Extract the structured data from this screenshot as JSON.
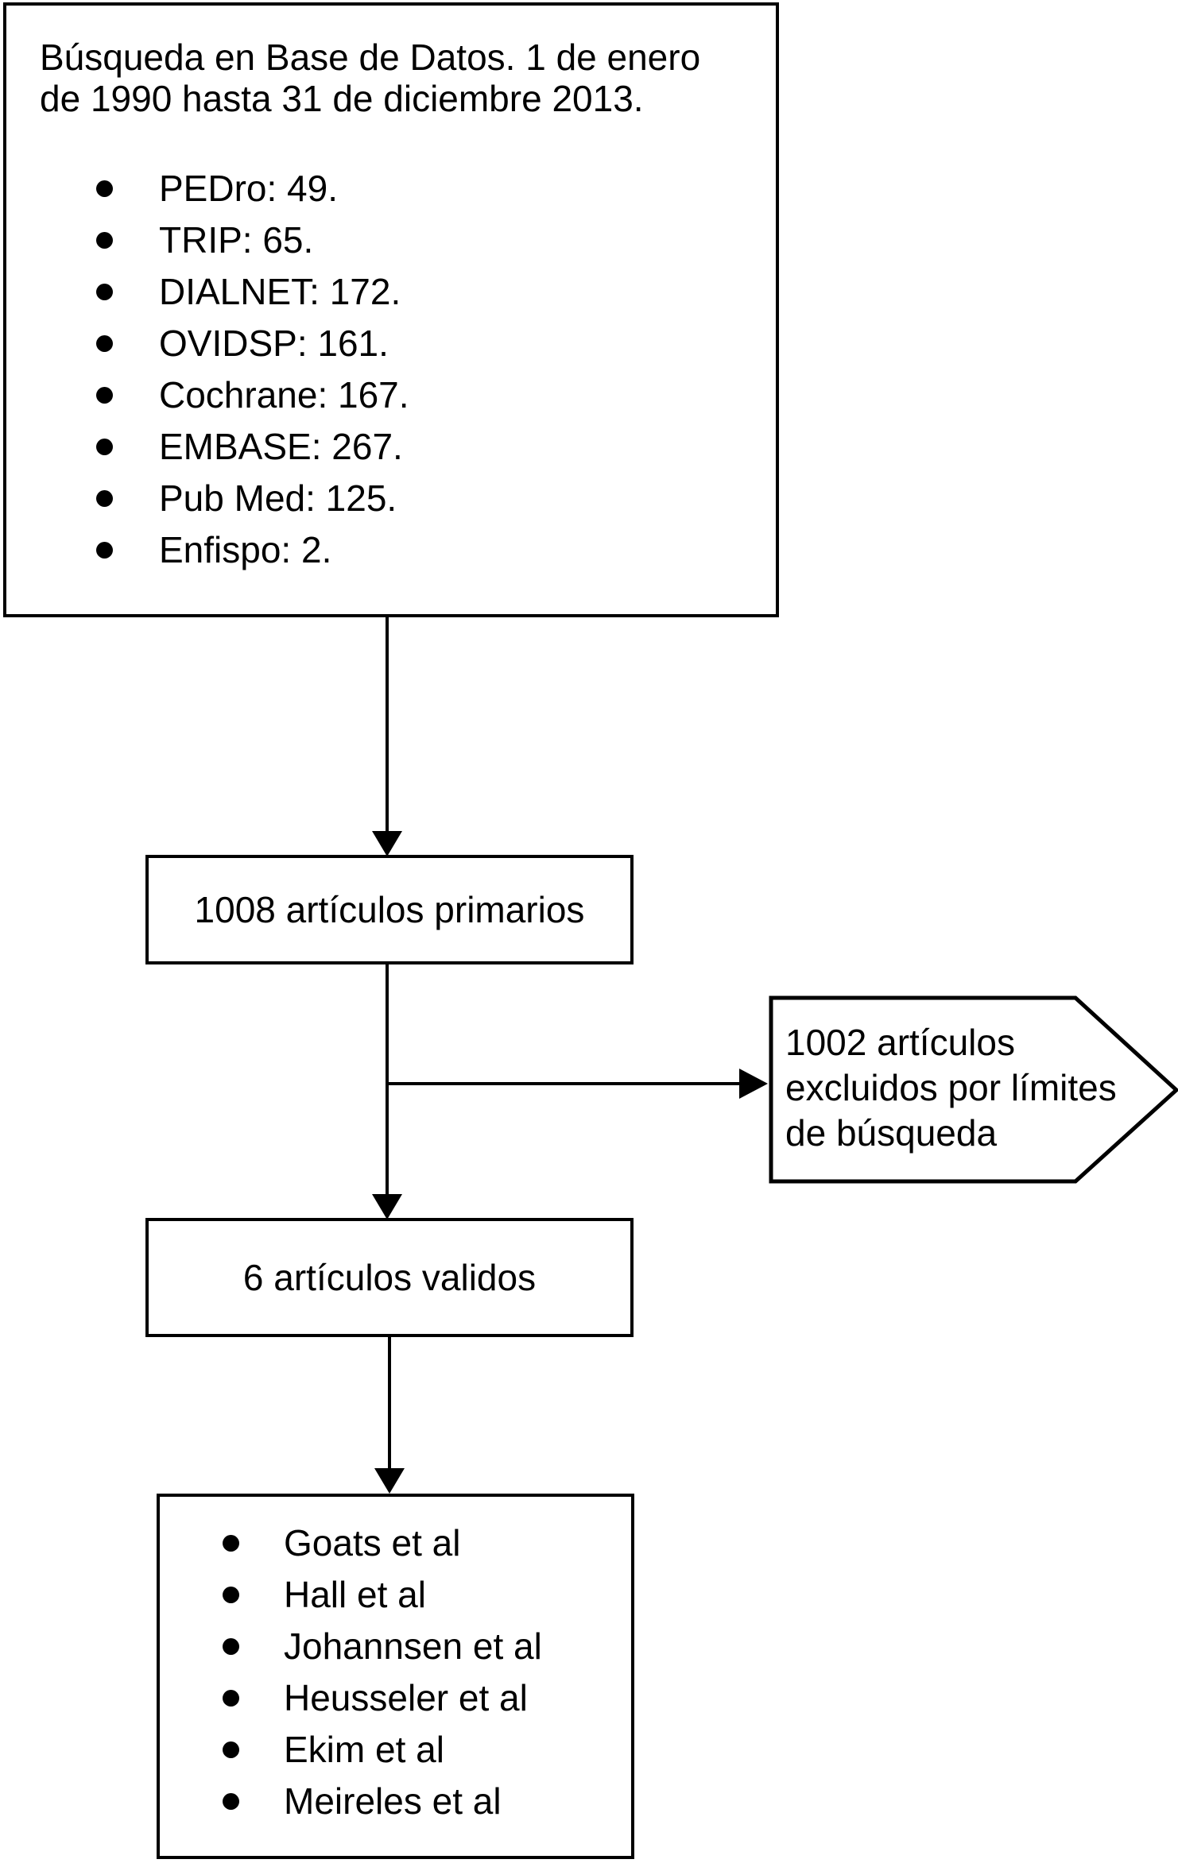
{
  "figure": {
    "colors": {
      "background": "#ffffff",
      "line": "#000000",
      "text": "#000000"
    },
    "search_box": {
      "title_lines": [
        "Búsqueda en Base de Datos. 1 de enero",
        "de 1990 hasta 31 de diciembre 2013."
      ],
      "databases": [
        "PEDro: 49.",
        "TRIP: 65.",
        "DIALNET: 172.",
        "OVIDSP: 161.",
        "Cochrane: 167.",
        "EMBASE: 267.",
        "Pub Med: 125.",
        "Enfispo: 2."
      ]
    },
    "primary_box": {
      "label": "1008 artículos primarios"
    },
    "excluded_callout": {
      "lines": [
        "1002 artículos",
        "excluidos por límites",
        "de búsqueda"
      ]
    },
    "valid_box": {
      "label": "6 artículos validos"
    },
    "authors_box": {
      "authors": [
        "Goats et al",
        "Hall et al",
        "Johannsen et al",
        "Heusseler et al",
        "Ekim et al",
        "Meireles et al"
      ]
    }
  }
}
